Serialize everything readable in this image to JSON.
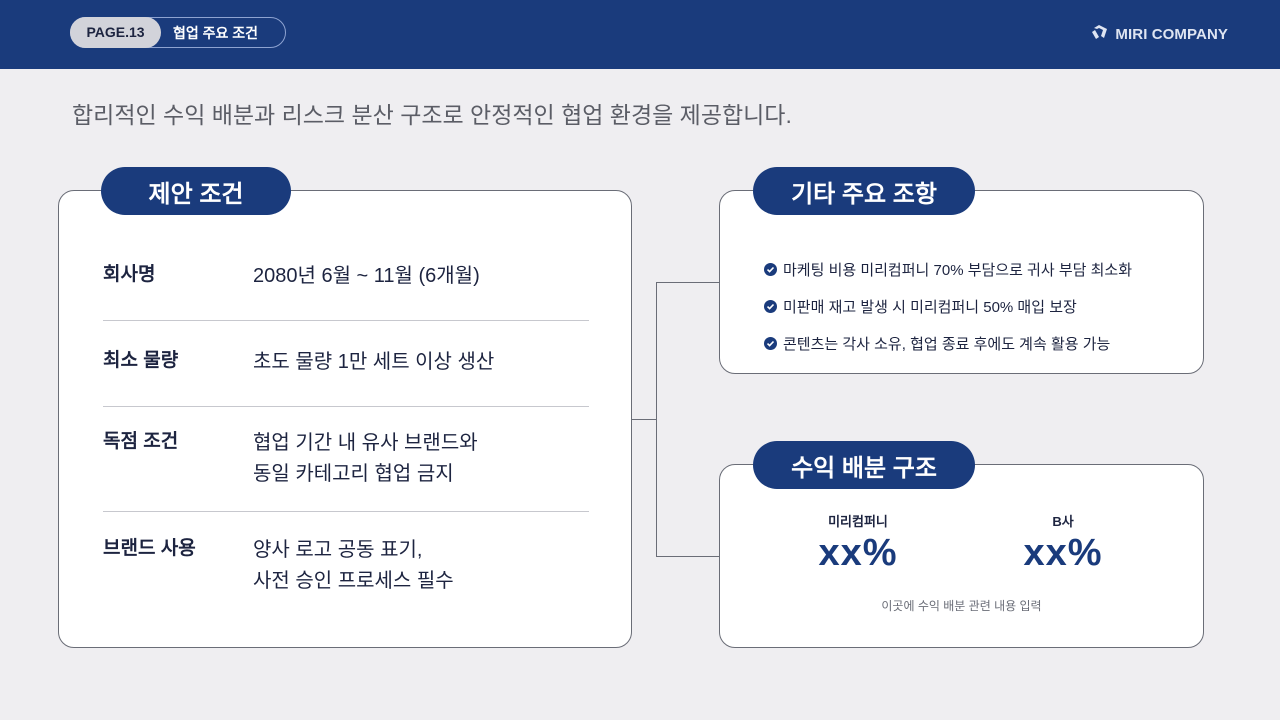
{
  "header": {
    "page_number": "PAGE.13",
    "page_title": "협업 주요 조건",
    "brand_name": "MIRI COMPANY",
    "brand_icon": "miri-logo-icon"
  },
  "subtitle": "합리적인 수익 배분과 리스크 분산 구조로 안정적인 협업 환경을 제공합니다.",
  "proposal": {
    "title": "제안 조건",
    "rows": [
      {
        "label": "회사명",
        "value_lines": [
          "2080년 6월 ~ 11월 (6개월)"
        ]
      },
      {
        "label": "최소 물량",
        "value_lines": [
          "초도 물량 1만 세트 이상 생산"
        ]
      },
      {
        "label": "독점 조건",
        "value_lines": [
          "협업 기간 내 유사 브랜드와",
          "동일 카테고리 협업 금지"
        ]
      },
      {
        "label": "브랜드 사용",
        "value_lines": [
          "양사 로고 공동 표기,",
          "사전 승인 프로세스 필수"
        ]
      }
    ]
  },
  "other_terms": {
    "title": "기타 주요 조항",
    "bullet_icon": "check-circle-icon",
    "items": [
      "마케팅 비용 미리컴퍼니 70% 부담으로 귀사 부담 최소화",
      "미판매 재고 발생 시 미리컴퍼니 50% 매입 보장",
      "콘텐츠는 각사 소유, 협업 종료 후에도 계속 활용 가능"
    ]
  },
  "revenue_split": {
    "title": "수익 배분 구조",
    "parties": [
      {
        "name": "미리컴퍼니",
        "percent": "xx%"
      },
      {
        "name": "B사",
        "percent": "xx%"
      }
    ],
    "note": "이곳에 수익 배분 관련 내용 입력"
  },
  "colors": {
    "primary": "#1a3b7c",
    "background": "#efeef1",
    "text": "#1d2440",
    "border": "#6a6d77"
  }
}
